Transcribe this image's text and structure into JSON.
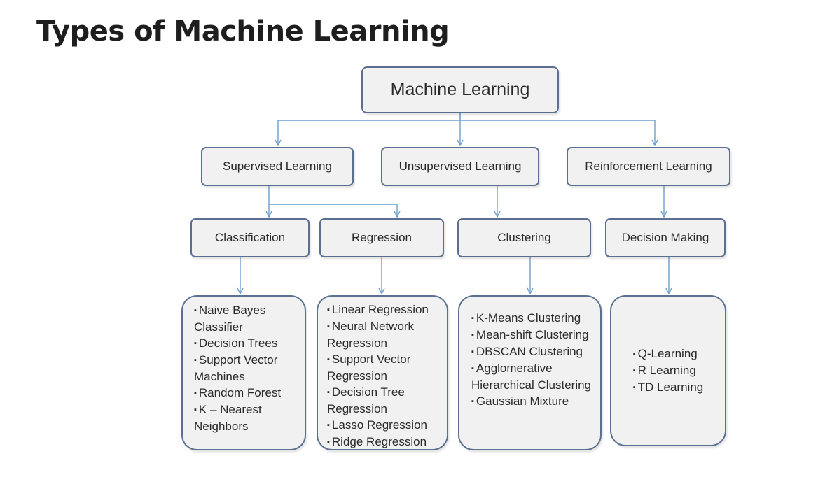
{
  "title": "Types of Machine Learning",
  "root": {
    "label": "Machine Learning"
  },
  "categories": [
    {
      "label": "Supervised Learning"
    },
    {
      "label": "Unsupervised Learning"
    },
    {
      "label": "Reinforcement Learning"
    }
  ],
  "tasks": [
    {
      "label": "Classification"
    },
    {
      "label": "Regression"
    },
    {
      "label": "Clustering"
    },
    {
      "label": "Decision Making"
    }
  ],
  "algorithms": [
    {
      "items": [
        "Naive Bayes Classifier",
        "Decision Trees",
        "Support Vector Machines",
        "Random Forest",
        "K – Nearest Neighbors"
      ]
    },
    {
      "items": [
        "Linear Regression",
        "Neural Network Regression",
        "Support Vector Regression",
        "Decision Tree Regression",
        "Lasso Regression",
        "Ridge Regression"
      ]
    },
    {
      "items": [
        "K-Means Clustering",
        "Mean-shift Clustering",
        "DBSCAN Clustering",
        "Agglomerative Hierarchical Clustering",
        "Gaussian Mixture"
      ]
    },
    {
      "items": [
        "Q-Learning",
        "R Learning",
        "TD Learning"
      ]
    }
  ],
  "bullet_glyph": "▪",
  "colors": {
    "box_fill": "#f1f1f1",
    "box_border": "#5b7090",
    "connector": "#6f9fcd"
  }
}
